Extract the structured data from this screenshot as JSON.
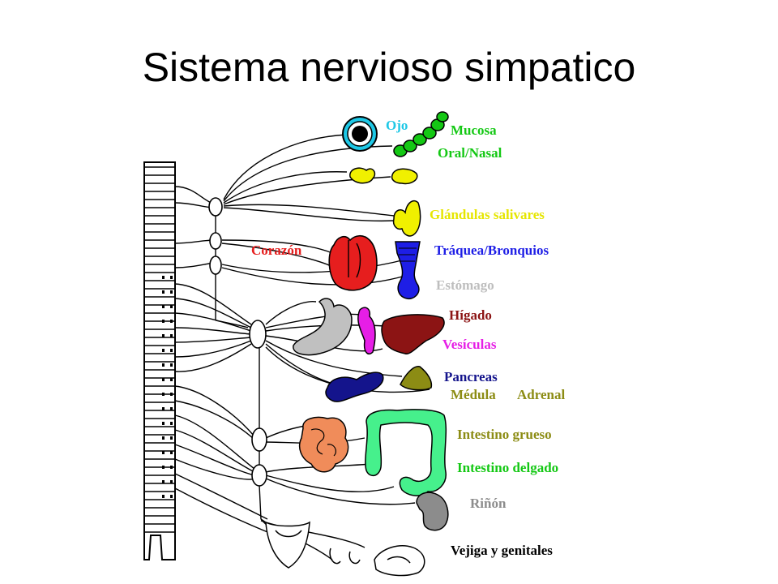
{
  "title": "Sistema nervioso simpatico",
  "labels": {
    "ojo": {
      "text": "Ojo",
      "color": "#1ec8e6"
    },
    "mucosa": {
      "text": "Mucosa",
      "color": "#14c814"
    },
    "oral_nasal": {
      "text": "Oral/Nasal",
      "color": "#14c814"
    },
    "glandulas": {
      "text": "Glándulas salivares",
      "color": "#e6e600"
    },
    "corazon": {
      "text": "Corazón",
      "color": "#e61e1e"
    },
    "traquea": {
      "text": "Tráquea/Bronquios",
      "color": "#1e1ee6"
    },
    "estomago": {
      "text": "Estómago",
      "color": "#bebebe"
    },
    "higado": {
      "text": "Hígado",
      "color": "#8c1414"
    },
    "vesiculas": {
      "text": "Vesículas",
      "color": "#e61ee6"
    },
    "pancreas": {
      "text": "Pancreas",
      "color": "#14148c"
    },
    "medula": {
      "text": "Médula",
      "color": "#8c8c14"
    },
    "adrenal": {
      "text": "Adrenal",
      "color": "#8c8c14"
    },
    "grueso": {
      "text": "Intestino grueso",
      "color": "#8c8c14"
    },
    "delgado": {
      "text": "Intestino delgado",
      "color": "#14c814"
    },
    "rinon": {
      "text": "Riñón",
      "color": "#8c8c8c"
    },
    "vejiga": {
      "text": "Vejiga y genitales",
      "color": "#000000"
    }
  },
  "colors": {
    "eye": "#1ec8e6",
    "mucosa": "#14c814",
    "gland": "#f0f000",
    "heart": "#e61e1e",
    "trachea": "#1e1ee6",
    "stomach": "#c0c0c0",
    "liver": "#8c1414",
    "gallbladder": "#e61ee6",
    "pancreas": "#14148c",
    "adrenal": "#8c8c14",
    "colon": "#46f08c",
    "small_intestine": "#f08c5a",
    "kidney": "#8c8c8c"
  }
}
